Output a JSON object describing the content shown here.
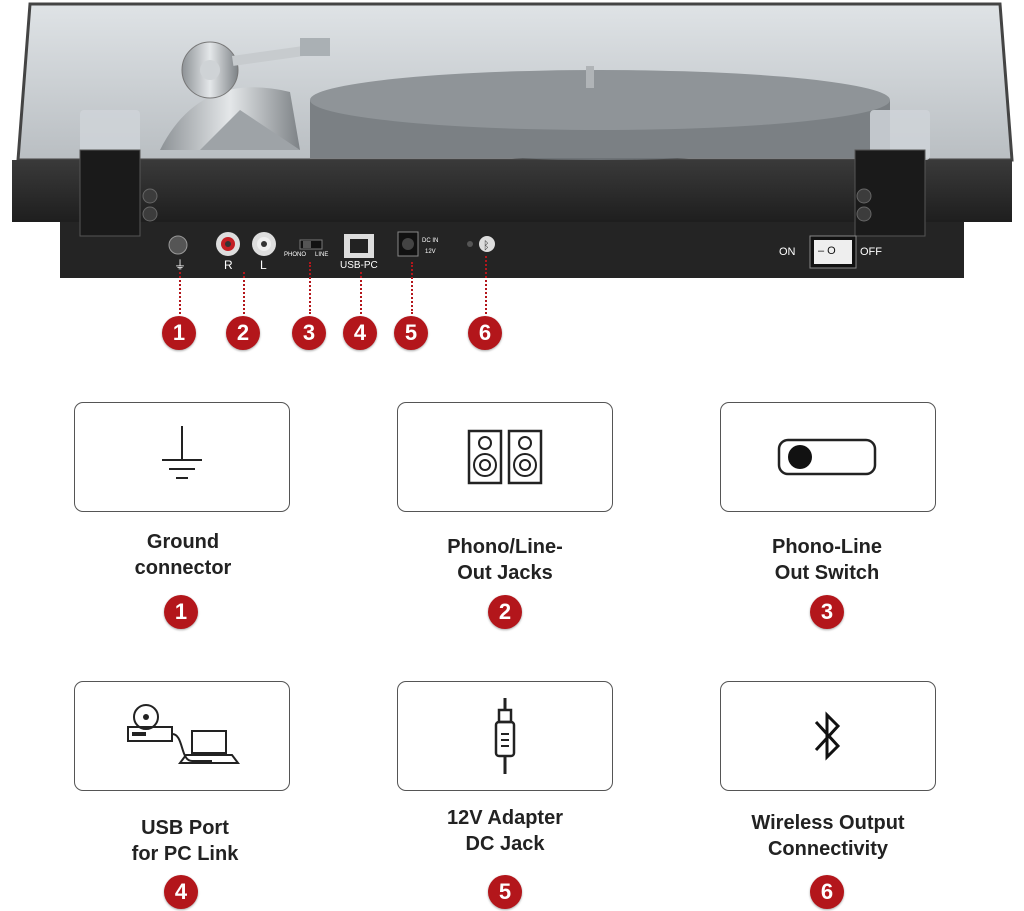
{
  "panel": {
    "ground_symbol": "⏚",
    "rca_right": "R",
    "rca_left": "L",
    "switch_phono": "PHONO",
    "switch_line": "LINE",
    "usb_label": "USB-PC",
    "dc_in": "DC IN",
    "dc_voltage": "12V",
    "power_on": "ON",
    "power_off": "OFF",
    "power_symbols": "– O"
  },
  "callouts": [
    "1",
    "2",
    "3",
    "4",
    "5",
    "6"
  ],
  "features": [
    {
      "number": "1",
      "title_line1": "Ground",
      "title_line2": "connector",
      "icon": "ground-icon"
    },
    {
      "number": "2",
      "title_line1": "Phono/Line-",
      "title_line2": "Out Jacks",
      "icon": "speakers-icon"
    },
    {
      "number": "3",
      "title_line1": "Phono-Line",
      "title_line2": "Out Switch",
      "icon": "toggle-switch-icon"
    },
    {
      "number": "4",
      "title_line1": "USB Port",
      "title_line2": "for PC Link",
      "icon": "usb-pc-link-icon"
    },
    {
      "number": "5",
      "title_line1": "12V Adapter",
      "title_line2": "DC Jack",
      "icon": "dc-plug-icon"
    },
    {
      "number": "6",
      "title_line1": "Wireless Output",
      "title_line2": "Connectivity",
      "icon": "bluetooth-icon"
    }
  ],
  "colors": {
    "accent": "#b3161b",
    "panel": "#2b2b2b",
    "card_border": "#555555"
  }
}
